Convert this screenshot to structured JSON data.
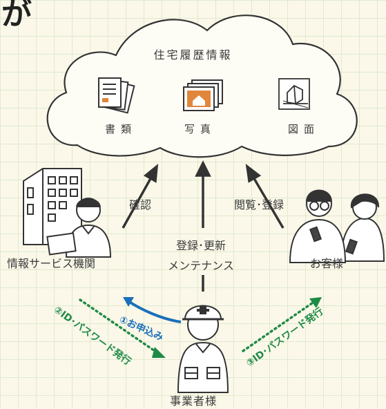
{
  "headline_fragment": "が",
  "cloud": {
    "title": "住宅履歴情報",
    "items": [
      {
        "label": "書類",
        "icon": "document-icon"
      },
      {
        "label": "写真",
        "icon": "photo-icon"
      },
      {
        "label": "図面",
        "icon": "blueprint-icon"
      }
    ]
  },
  "actors": {
    "info_org": "情報サービス機関",
    "customer": "お客様",
    "business": "事業者様"
  },
  "flows": {
    "confirm": "確認",
    "browse_register": "閲覧･登録",
    "register_update": "登録･更新",
    "maintenance": "メンテナンス",
    "apply": "①お申込み",
    "issue_left": "②ID･パスワード発行",
    "issue_right": "③ID･パスワード発行"
  },
  "colors": {
    "background": "#fbf8e9",
    "grid": "#dfe9cf",
    "line": "#333333",
    "accent_orange": "#e0873c",
    "apply_blue": "#1b6fba",
    "issue_green": "#1f8a46"
  }
}
